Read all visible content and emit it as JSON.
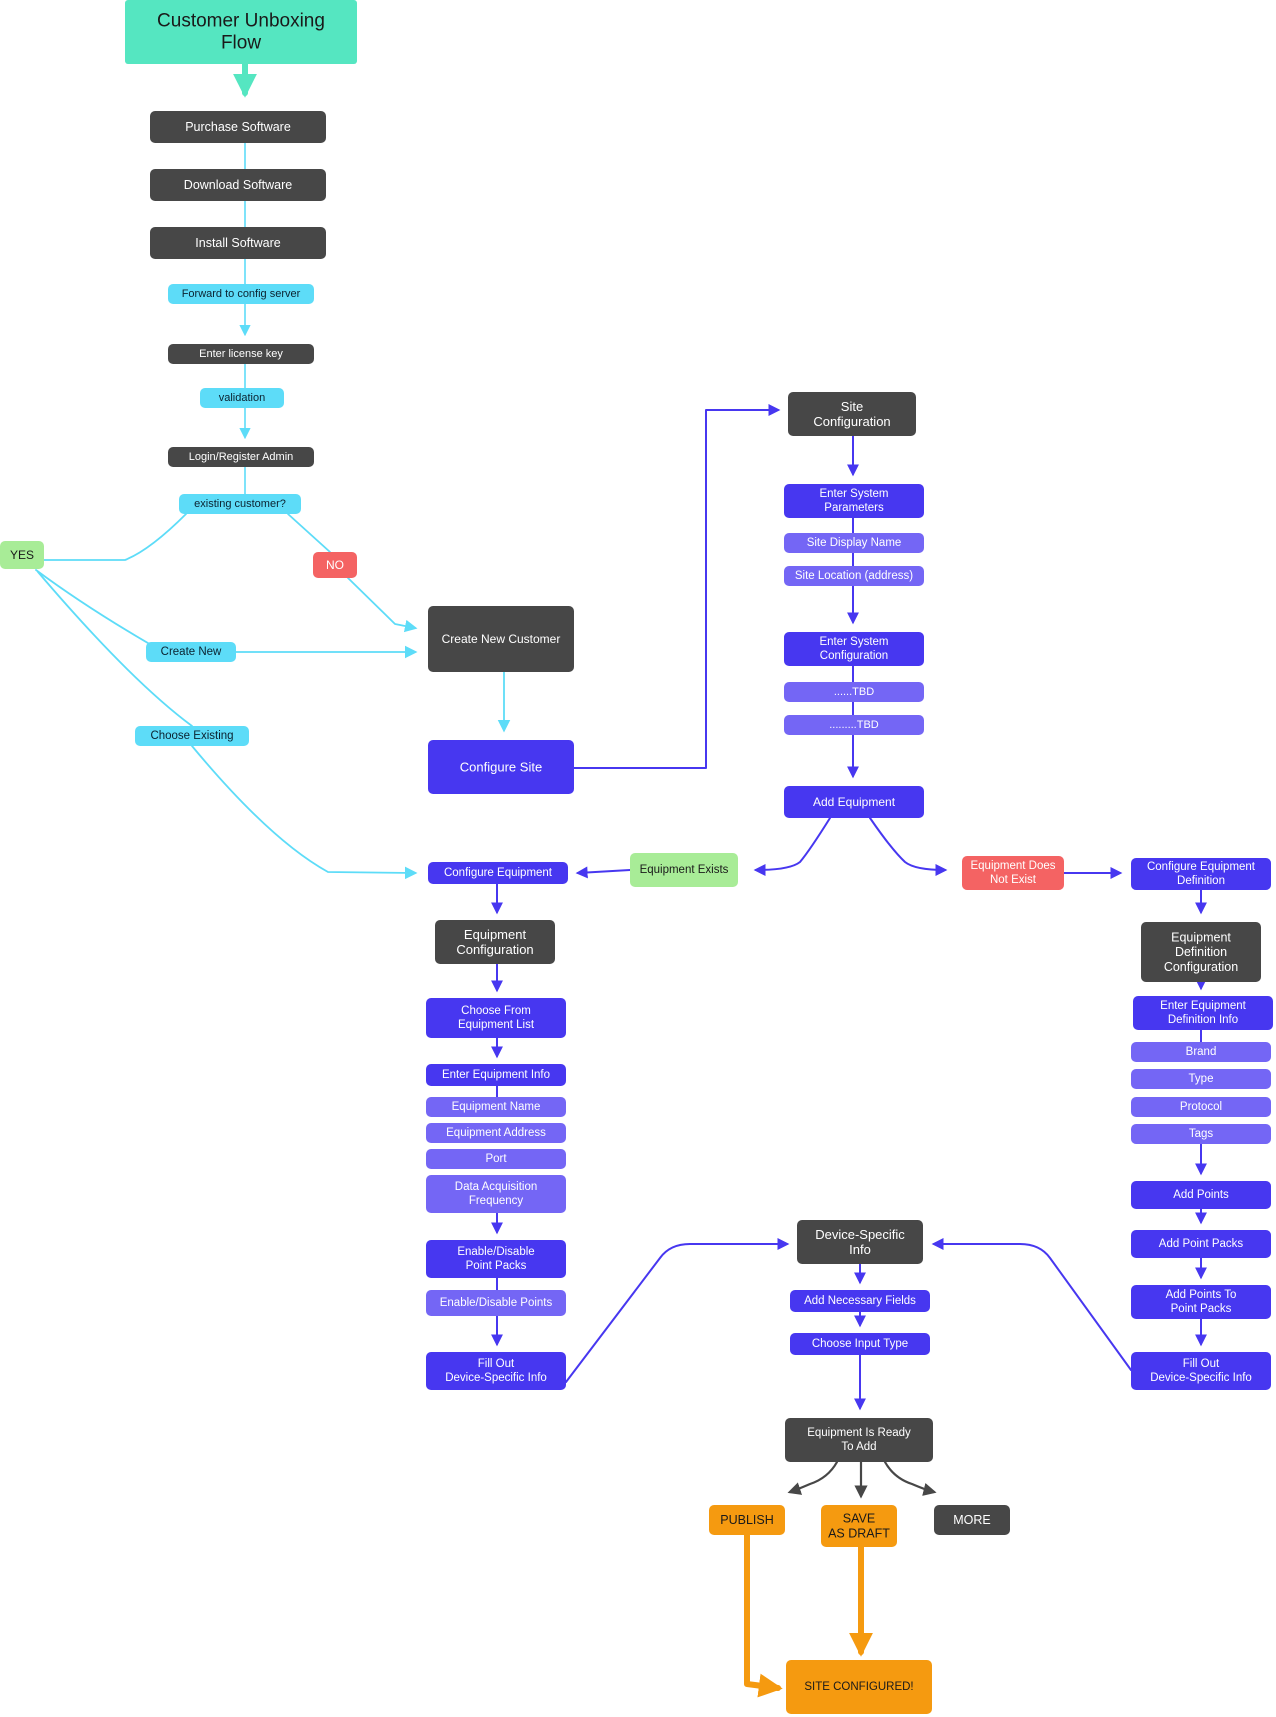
{
  "title": "Customer Unboxing Flow",
  "colors": {
    "title_bg": "#55e6c1",
    "dark": "#474747",
    "cyan": "#5ddcf8",
    "blue": "#4737f0",
    "light_blue": "#7466f5",
    "green": "#a8ec97",
    "red": "#f46363",
    "orange": "#f59a10",
    "edge_cyan": "#5ddcf8",
    "edge_blue": "#4737f0",
    "edge_orange": "#f59a10",
    "edge_dark": "#474747"
  },
  "nodes": [
    {
      "id": "title",
      "kind": "title",
      "lines": [
        "Customer Unboxing",
        "Flow"
      ]
    },
    {
      "id": "purchase",
      "kind": "dark",
      "lines": [
        "Purchase Software"
      ]
    },
    {
      "id": "download",
      "kind": "dark",
      "lines": [
        "Download Software"
      ]
    },
    {
      "id": "install",
      "kind": "dark",
      "lines": [
        "Install Software"
      ]
    },
    {
      "id": "forward",
      "kind": "cyan",
      "lines": [
        "Forward to config server"
      ]
    },
    {
      "id": "license",
      "kind": "dark",
      "lines": [
        "Enter license key"
      ]
    },
    {
      "id": "validation",
      "kind": "cyan",
      "lines": [
        "validation"
      ]
    },
    {
      "id": "login",
      "kind": "dark",
      "lines": [
        "Login/Register Admin"
      ]
    },
    {
      "id": "existing",
      "kind": "cyan",
      "lines": [
        "existing customer?"
      ]
    },
    {
      "id": "yes",
      "kind": "green",
      "lines": [
        "YES"
      ]
    },
    {
      "id": "no",
      "kind": "red",
      "lines": [
        "NO"
      ]
    },
    {
      "id": "create_new",
      "kind": "cyan",
      "lines": [
        "Create New"
      ]
    },
    {
      "id": "choose_existing",
      "kind": "cyan",
      "lines": [
        "Choose Existing"
      ]
    },
    {
      "id": "create_customer",
      "kind": "dark",
      "lines": [
        "Create New Customer"
      ]
    },
    {
      "id": "configure_site",
      "kind": "blue",
      "lines": [
        "Configure Site"
      ]
    },
    {
      "id": "site_config",
      "kind": "dark",
      "lines": [
        "Site",
        "Configuration"
      ]
    },
    {
      "id": "sys_params",
      "kind": "blue",
      "lines": [
        "Enter System",
        "Parameters"
      ]
    },
    {
      "id": "site_display",
      "kind": "light_blue",
      "lines": [
        "Site Display Name"
      ]
    },
    {
      "id": "site_location",
      "kind": "light_blue",
      "lines": [
        "Site Location (address)"
      ]
    },
    {
      "id": "sys_config",
      "kind": "blue",
      "lines": [
        "Enter System",
        "Configuration"
      ]
    },
    {
      "id": "tbd1",
      "kind": "light_blue",
      "lines": [
        "......TBD"
      ]
    },
    {
      "id": "tbd2",
      "kind": "light_blue",
      "lines": [
        ".........TBD"
      ]
    },
    {
      "id": "add_equipment",
      "kind": "blue",
      "lines": [
        "Add Equipment"
      ]
    },
    {
      "id": "equip_exists",
      "kind": "green",
      "lines": [
        "Equipment Exists"
      ]
    },
    {
      "id": "equip_not_exist",
      "kind": "red",
      "lines": [
        "Equipment Does",
        "Not Exist"
      ]
    },
    {
      "id": "configure_equipment",
      "kind": "blue",
      "lines": [
        "Configure Equipment"
      ]
    },
    {
      "id": "equip_configuration",
      "kind": "dark",
      "lines": [
        "Equipment",
        "Configuration"
      ]
    },
    {
      "id": "choose_from_list",
      "kind": "blue",
      "lines": [
        "Choose From",
        "Equipment List"
      ]
    },
    {
      "id": "enter_equip_info",
      "kind": "blue",
      "lines": [
        "Enter Equipment Info"
      ]
    },
    {
      "id": "equip_name",
      "kind": "light_blue",
      "lines": [
        "Equipment Name"
      ]
    },
    {
      "id": "equip_address",
      "kind": "light_blue",
      "lines": [
        "Equipment Address"
      ]
    },
    {
      "id": "port",
      "kind": "light_blue",
      "lines": [
        "Port"
      ]
    },
    {
      "id": "daq_freq",
      "kind": "light_blue",
      "lines": [
        "Data Acquisition",
        "Frequency"
      ]
    },
    {
      "id": "enable_packs",
      "kind": "blue",
      "lines": [
        "Enable/Disable",
        "Point Packs"
      ]
    },
    {
      "id": "enable_points",
      "kind": "light_blue",
      "lines": [
        "Enable/Disable Points"
      ]
    },
    {
      "id": "fill_out_left",
      "kind": "blue",
      "lines": [
        "Fill Out",
        "Device-Specific Info"
      ]
    },
    {
      "id": "device_info",
      "kind": "dark",
      "lines": [
        "Device-Specific",
        "Info"
      ]
    },
    {
      "id": "add_fields",
      "kind": "blue",
      "lines": [
        "Add Necessary Fields"
      ]
    },
    {
      "id": "input_type",
      "kind": "blue",
      "lines": [
        "Choose Input Type"
      ]
    },
    {
      "id": "ready",
      "kind": "dark",
      "lines": [
        "Equipment Is Ready",
        "To Add"
      ]
    },
    {
      "id": "publish",
      "kind": "orange",
      "lines": [
        "PUBLISH"
      ]
    },
    {
      "id": "save_draft",
      "kind": "orange",
      "lines": [
        "SAVE",
        "AS DRAFT"
      ]
    },
    {
      "id": "more",
      "kind": "dark",
      "lines": [
        "MORE"
      ]
    },
    {
      "id": "site_configured",
      "kind": "orange",
      "lines": [
        "SITE CONFIGURED!"
      ]
    },
    {
      "id": "config_equip_def",
      "kind": "blue",
      "lines": [
        "Configure Equipment",
        "Definition"
      ]
    },
    {
      "id": "equip_def_config",
      "kind": "dark",
      "lines": [
        "Equipment",
        "Definition",
        "Configuration"
      ]
    },
    {
      "id": "enter_def_info",
      "kind": "blue",
      "lines": [
        "Enter Equipment",
        "Definition Info"
      ]
    },
    {
      "id": "brand",
      "kind": "light_blue",
      "lines": [
        "Brand"
      ]
    },
    {
      "id": "type",
      "kind": "light_blue",
      "lines": [
        "Type"
      ]
    },
    {
      "id": "protocol",
      "kind": "light_blue",
      "lines": [
        "Protocol"
      ]
    },
    {
      "id": "tags",
      "kind": "light_blue",
      "lines": [
        "Tags"
      ]
    },
    {
      "id": "add_points",
      "kind": "blue",
      "lines": [
        "Add Points"
      ]
    },
    {
      "id": "add_point_packs",
      "kind": "blue",
      "lines": [
        "Add Point Packs"
      ]
    },
    {
      "id": "add_points_to_packs",
      "kind": "blue",
      "lines": [
        "Add Points To",
        "Point Packs"
      ]
    },
    {
      "id": "fill_out_right",
      "kind": "blue",
      "lines": [
        "Fill Out",
        "Device-Specific Info"
      ]
    }
  ]
}
